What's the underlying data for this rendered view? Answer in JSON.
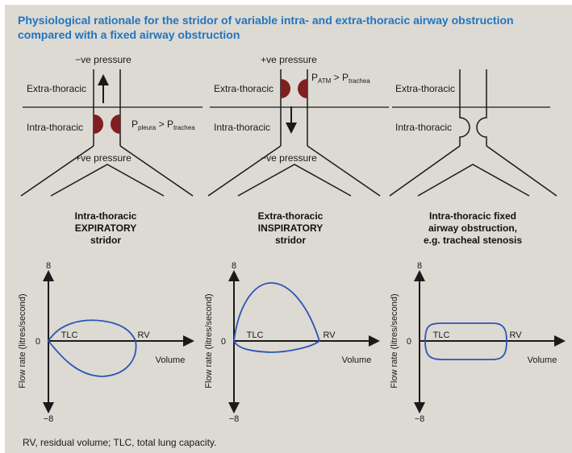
{
  "title": "Physiological rationale for the stridor of variable intra- and extra-thoracic airway obstruction compared with a fixed airway obstruction",
  "colors": {
    "background": "#ddd9d3",
    "title": "#1f75c0",
    "lesion": "#7f1f1f",
    "curve": "#2a55b6"
  },
  "panels": [
    {
      "top_pressure": "−ve pressure",
      "extra_label": "Extra-thoracic",
      "intra_label": "Intra-thoracic",
      "bottom_pressure": "+ve pressure",
      "relation": {
        "a": "P",
        "a_sub": "pleura",
        "op": " > P",
        "b_sub": "trachea"
      },
      "arrow": "up",
      "caption": [
        "Intra-thoracic",
        "EXPIRATORY",
        "stridor"
      ]
    },
    {
      "top_pressure": "+ve pressure",
      "extra_label": "Extra-thoracic",
      "intra_label": "Intra-thoracic",
      "bottom_pressure": "−ve pressure",
      "relation": {
        "a": "P",
        "a_sub": "ATM",
        "op": " > P",
        "b_sub": "trachea"
      },
      "arrow": "down",
      "caption": [
        "Extra-thoracic",
        "INSPIRATORY",
        "stridor"
      ]
    },
    {
      "extra_label": "Extra-thoracic",
      "intra_label": "Intra-thoracic",
      "caption": [
        "Intra-thoracic fixed",
        "airway obstruction,",
        "e.g. tracheal stenosis"
      ]
    }
  ],
  "loops": {
    "y_axis_label": "Flow rate (litres/second)",
    "x_axis_label": "Volume",
    "y_max_label": "8",
    "y_zero_label": "0",
    "y_min_label": "−8",
    "tlc_label": "TLC",
    "rv_label": "RV"
  },
  "footnote": "RV, residual volume; TLC, total lung capacity."
}
